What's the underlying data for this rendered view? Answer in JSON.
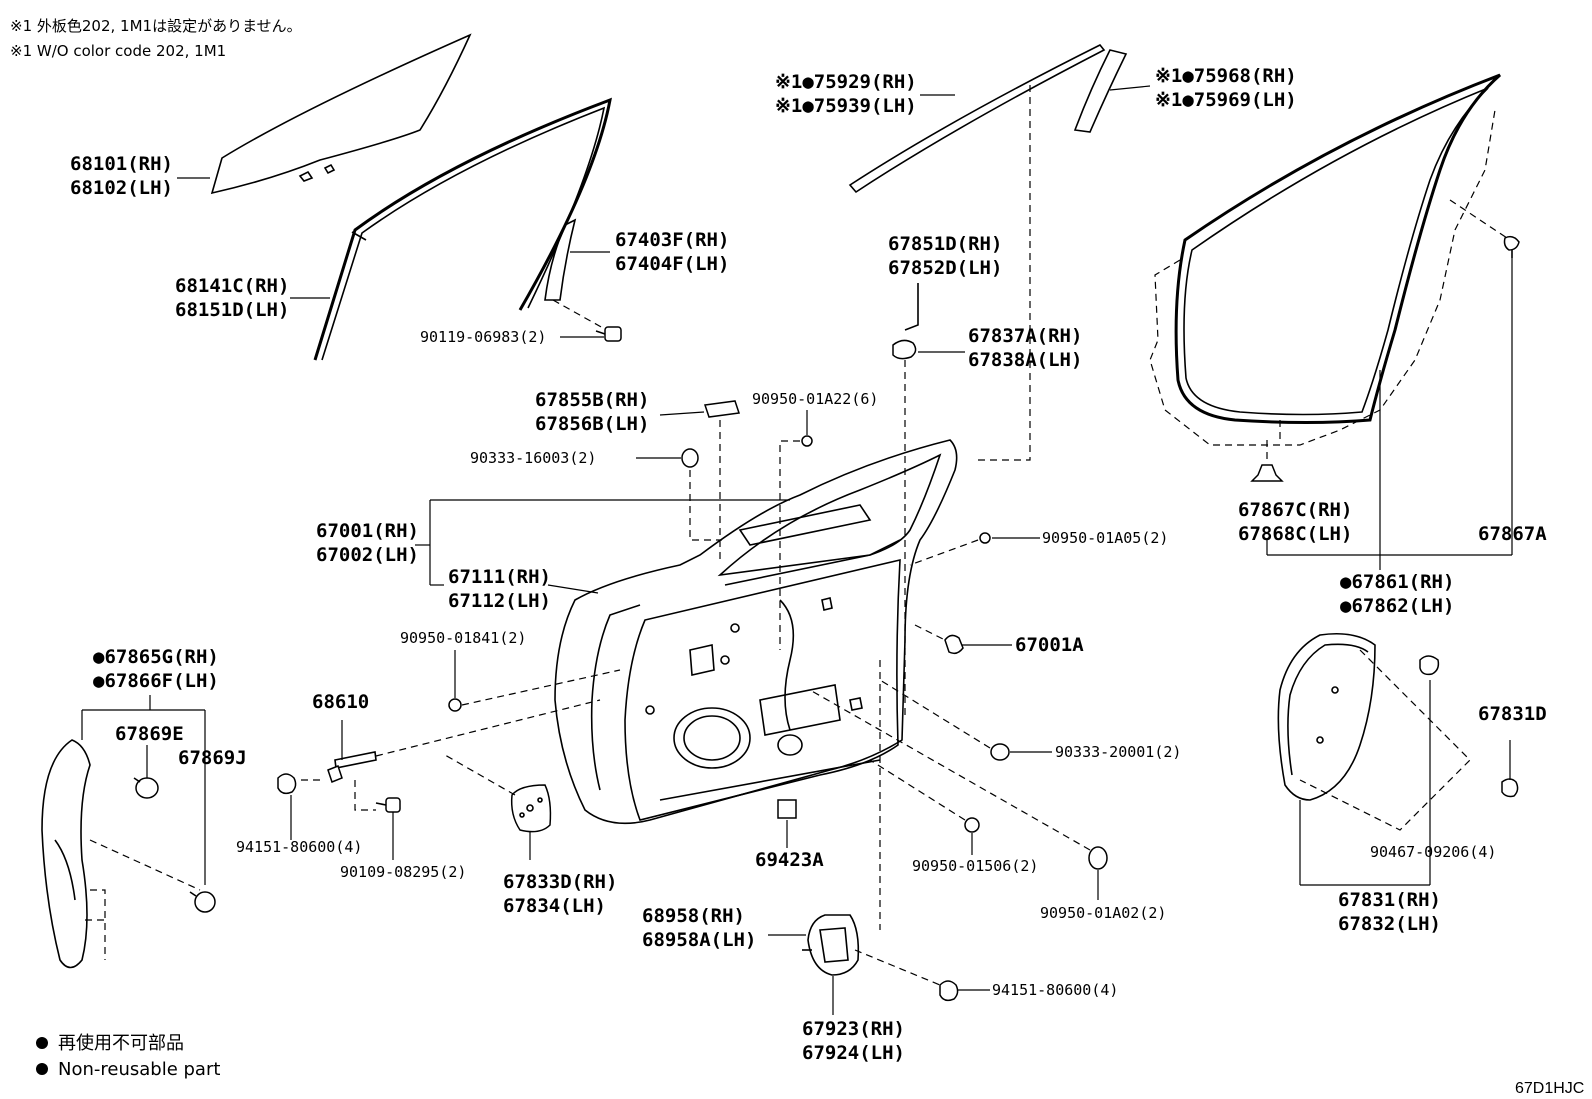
{
  "notes": {
    "line1": "※1 外板色202, 1M1は設定がありません。",
    "line2": "※1 W/O color code 202, 1M1"
  },
  "legend": {
    "jp": "再使用不可部品",
    "en": "Non-reusable part"
  },
  "diagram_code": "67D1HJC",
  "labels": {
    "p68101": "68101(RH)",
    "p68102": "68102(LH)",
    "p68141": "68141C(RH)",
    "p68151": "68151D(LH)",
    "p67403": "67403F(RH)",
    "p67404": "67404F(LH)",
    "p90119": "90119-06983(2)",
    "p75929": "※1●75929(RH)",
    "p75939": "※1●75939(LH)",
    "p75968": "※1●75968(RH)",
    "p75969": "※1●75969(LH)",
    "p67851": "67851D(RH)",
    "p67852": "67852D(LH)",
    "p67837": "67837A(RH)",
    "p67838": "67838A(LH)",
    "p67855": "67855B(RH)",
    "p67856": "67856B(LH)",
    "p90950a22": "90950-01A22(6)",
    "p90333a": "90333-16003(2)",
    "p67001": "67001(RH)",
    "p67002": "67002(LH)",
    "p67111": "67111(RH)",
    "p67112": "67112(LH)",
    "p90950a05": "90950-01A05(2)",
    "p67867c": "67867C(RH)",
    "p67868c": "67868C(LH)",
    "p67867a": "67867A",
    "p67861": "●67861(RH)",
    "p67862": "●67862(LH)",
    "p90950b": "90950-01841(2)",
    "p67001a": "67001A",
    "p67865": "●67865G(RH)",
    "p67866": "●67866F(LH)",
    "p68610": "68610",
    "p67869e": "67869E",
    "p67869j": "67869J",
    "p90333b": "90333-20001(2)",
    "p67831d": "67831D",
    "p94151a": "94151-80600(4)",
    "p90109": "90109-08295(2)",
    "p67833": "67833D(RH)",
    "p67834": "67834(LH)",
    "p69423": "69423A",
    "p90950c": "90950-01506(2)",
    "p90950d": "90950-01A02(2)",
    "p90467": "90467-09206(4)",
    "p67831": "67831(RH)",
    "p67832": "67832(LH)",
    "p68958": "68958(RH)",
    "p68958a": "68958A(LH)",
    "p94151b": "94151-80600(4)",
    "p67923": "67923(RH)",
    "p67924": "67924(LH)"
  }
}
